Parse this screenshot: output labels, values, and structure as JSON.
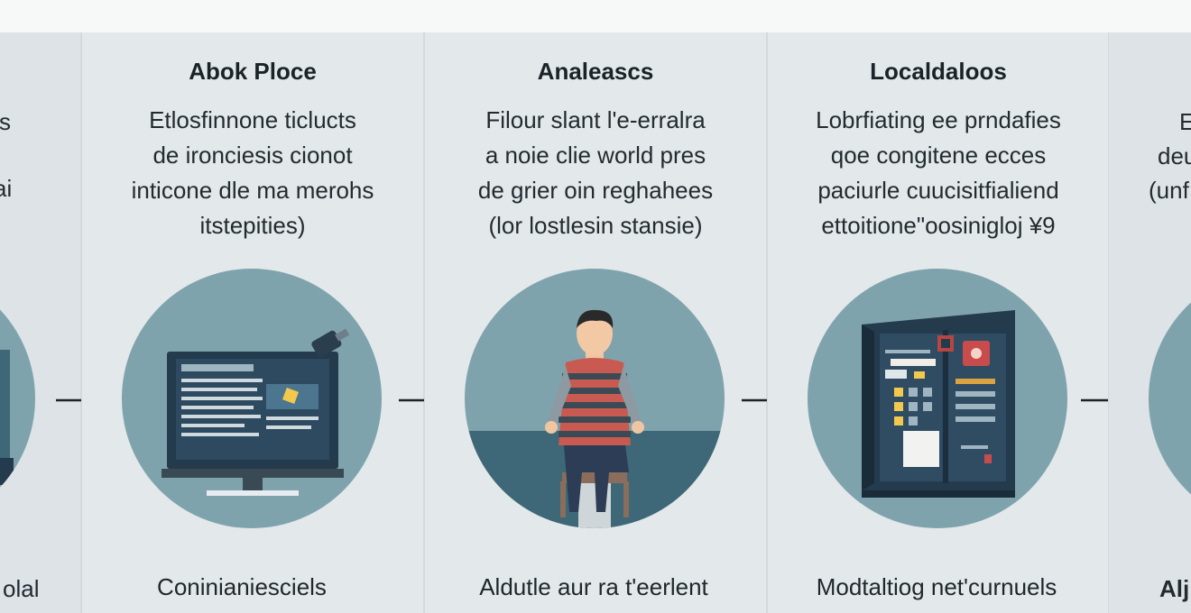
{
  "steps": [
    {
      "title": "Abok Ploce",
      "desc": [
        "Etlosfinnone ticlucts",
        "de ironciesis cionot",
        "inticone dle ma merohs",
        "itstepities)"
      ],
      "footer": "Coninianiesciels",
      "icon": "monitor-icon"
    },
    {
      "title": "Analeascs",
      "desc": [
        "Filour slant l'e-erralra",
        "a noie clie world pres",
        "de grier oin reghahees",
        "(lor lostlesin stansie)"
      ],
      "footer": "Aldutle aur ra t'eerlent",
      "icon": "person-icon"
    },
    {
      "title": "Localdaloos",
      "desc": [
        "Lobrfiating ee prndafies",
        "qoe congitene ecces",
        "paciurle cuucisitfialiend",
        "ettoitione\"oosinigloj ¥9"
      ],
      "footer": "Modtaltiog net'curnuels",
      "icon": "server-cabinet-icon"
    }
  ],
  "left_edge": {
    "desc": [
      "s",
      "ai"
    ],
    "footer": "olal"
  },
  "right_edge": {
    "desc": [
      "E",
      "deu",
      "(unf"
    ],
    "footer": "Alj"
  },
  "colors": {
    "circle": "#7fa3ad",
    "circle_dark": "#3e6877",
    "navy": "#243a4d",
    "accent_red": "#c94c4c",
    "accent_yellow": "#f2c94c"
  }
}
